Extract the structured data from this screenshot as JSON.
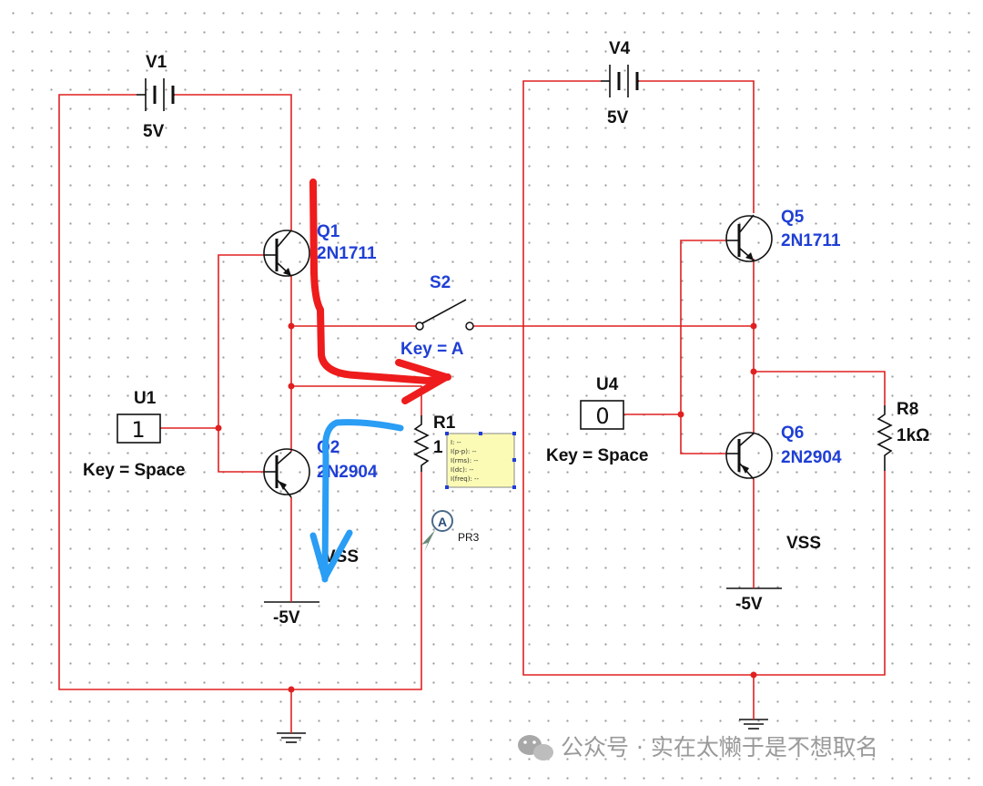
{
  "left_circuit": {
    "battery": {
      "name": "V1",
      "value": "5V"
    },
    "upper_transistor": {
      "name": "Q1",
      "model": "2N1711"
    },
    "lower_transistor": {
      "name": "Q2",
      "model": "2N2904"
    },
    "switch": {
      "name": "S2",
      "key": "Key = A"
    },
    "interactive_digit": {
      "name": "U1",
      "value": "1",
      "key": "Key = Space"
    },
    "resistor": {
      "name": "R1",
      "value": "1"
    },
    "supply_label": "VSS",
    "supply_value": "-5V",
    "probe": {
      "name": "PR3",
      "symbol": "A",
      "readings": [
        "I: --",
        "I(p-p): --",
        "I(rms): --",
        "I(dc): --",
        "I(freq): --"
      ]
    }
  },
  "right_circuit": {
    "battery": {
      "name": "V4",
      "value": "5V"
    },
    "upper_transistor": {
      "name": "Q5",
      "model": "2N1711"
    },
    "lower_transistor": {
      "name": "Q6",
      "model": "2N2904"
    },
    "interactive_digit": {
      "name": "U4",
      "value": "0",
      "key": "Key = Space"
    },
    "resistor": {
      "name": "R8",
      "value": "1kΩ"
    },
    "supply_label": "VSS",
    "supply_value": "-5V"
  },
  "annotation_colors": {
    "wire": "#e02020",
    "component_label": "#1f3fd6",
    "red_arrow": "#ee1c1c",
    "blue_arrow": "#2a9df4"
  },
  "watermark": {
    "text": "公众号 · 实在太懒于是不想取名",
    "icon": "wechat-icon"
  }
}
